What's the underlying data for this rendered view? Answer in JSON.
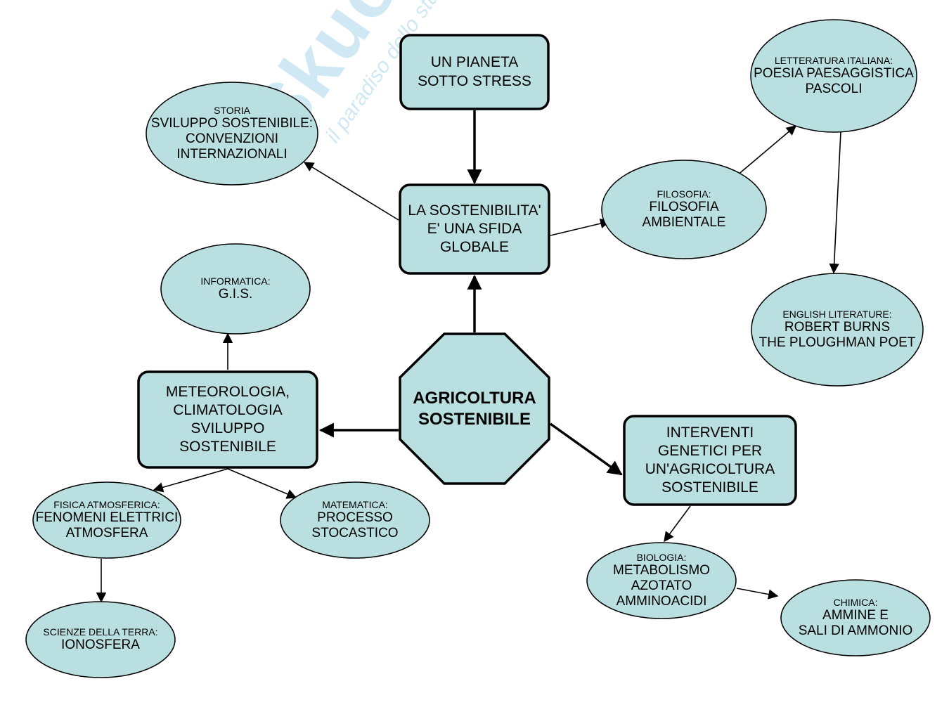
{
  "colors": {
    "fill": "#b9dfe1",
    "stroke": "#000000"
  },
  "watermark": {
    "brand": "Skuola.net",
    "tagline": "il paradiso dello studente"
  },
  "center": {
    "line1": "AGRICOLTURA",
    "line2": "SOSTENIBILE"
  },
  "boxes": {
    "pianeta": [
      "UN PIANETA",
      "SOTTO STRESS"
    ],
    "sfida": [
      "LA SOSTENIBILITA'",
      "E' UNA SFIDA",
      "GLOBALE"
    ],
    "meteo": [
      "METEOROLOGIA,",
      "CLIMATOLOGIA",
      "SVILUPPO",
      "SOSTENIBILE"
    ],
    "interventi": [
      "INTERVENTI",
      "GENETICI PER",
      "UN'AGRICOLTURA",
      "SOSTENIBILE"
    ]
  },
  "ellipses": {
    "storia": {
      "subject": "STORIA",
      "lines": [
        "SVILUPPO SOSTENIBILE:",
        "CONVENZIONI",
        "INTERNAZIONALI"
      ]
    },
    "filosofia": {
      "subject": "FILOSOFIA:",
      "lines": [
        "FILOSOFIA",
        "AMBIENTALE"
      ]
    },
    "letteratura": {
      "subject": "LETTERATURA ITALIANA:",
      "lines": [
        "POESIA PAESAGGISTICA",
        "PASCOLI"
      ]
    },
    "english": {
      "subject": "ENGLISH LITERATURE:",
      "lines": [
        "ROBERT BURNS",
        "THE PLOUGHMAN POET"
      ]
    },
    "informatica": {
      "subject": "INFORMATICA:",
      "lines": [
        "G.I.S."
      ]
    },
    "fisica": {
      "subject": "FISICA ATMOSFERICA:",
      "lines": [
        "FENOMENI ELETTRICI",
        "ATMOSFERA"
      ]
    },
    "matematica": {
      "subject": "MATEMATICA:",
      "lines": [
        "PROCESSO",
        "STOCASTICO"
      ]
    },
    "scienze": {
      "subject": "SCIENZE DELLA TERRA:",
      "lines": [
        "IONOSFERA"
      ]
    },
    "biologia": {
      "subject": "BIOLOGIA:",
      "lines": [
        "METABOLISMO",
        "AZOTATO",
        "AMMINOACIDI"
      ]
    },
    "chimica": {
      "subject": "CHIMICA:",
      "lines": [
        "AMMINE E",
        "SALI DI AMMONIO"
      ]
    }
  }
}
